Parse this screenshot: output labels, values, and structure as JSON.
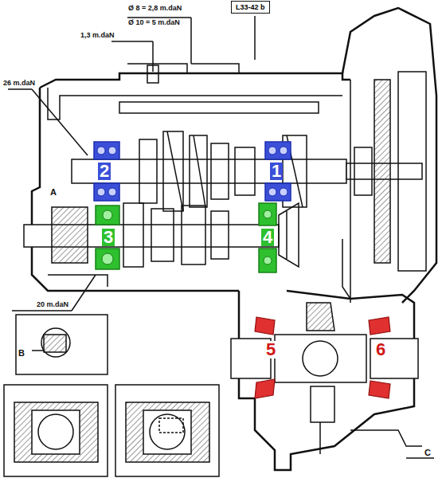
{
  "diagram": {
    "nodes": [
      {
        "text": [
          "L33-42 b"
        ]
      }
    ],
    "labels": [
      "Ø 8 = 2,8 m.daN",
      "Ø 10 = 5 m.daN",
      "1,3 m.daN",
      "26 m.daN",
      "A",
      "20 m.daN",
      "B",
      "C",
      "1",
      "2",
      "3",
      "4",
      "5",
      "6"
    ]
  }
}
